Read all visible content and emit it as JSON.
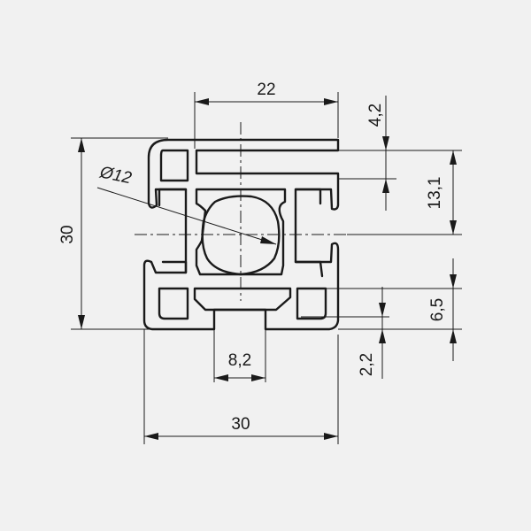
{
  "drawing": {
    "background_color": "#f1f1f1",
    "line_color": "#1a1a1a",
    "dimensions": {
      "top_width": "22",
      "overall_height": "30",
      "diameter": "Ø12",
      "flange_thickness": "4,2",
      "right_height_top": "13,1",
      "right_height_bottom": "6,5",
      "slot_depth": "2,2",
      "slot_width": "8,2",
      "overall_width": "30"
    }
  }
}
